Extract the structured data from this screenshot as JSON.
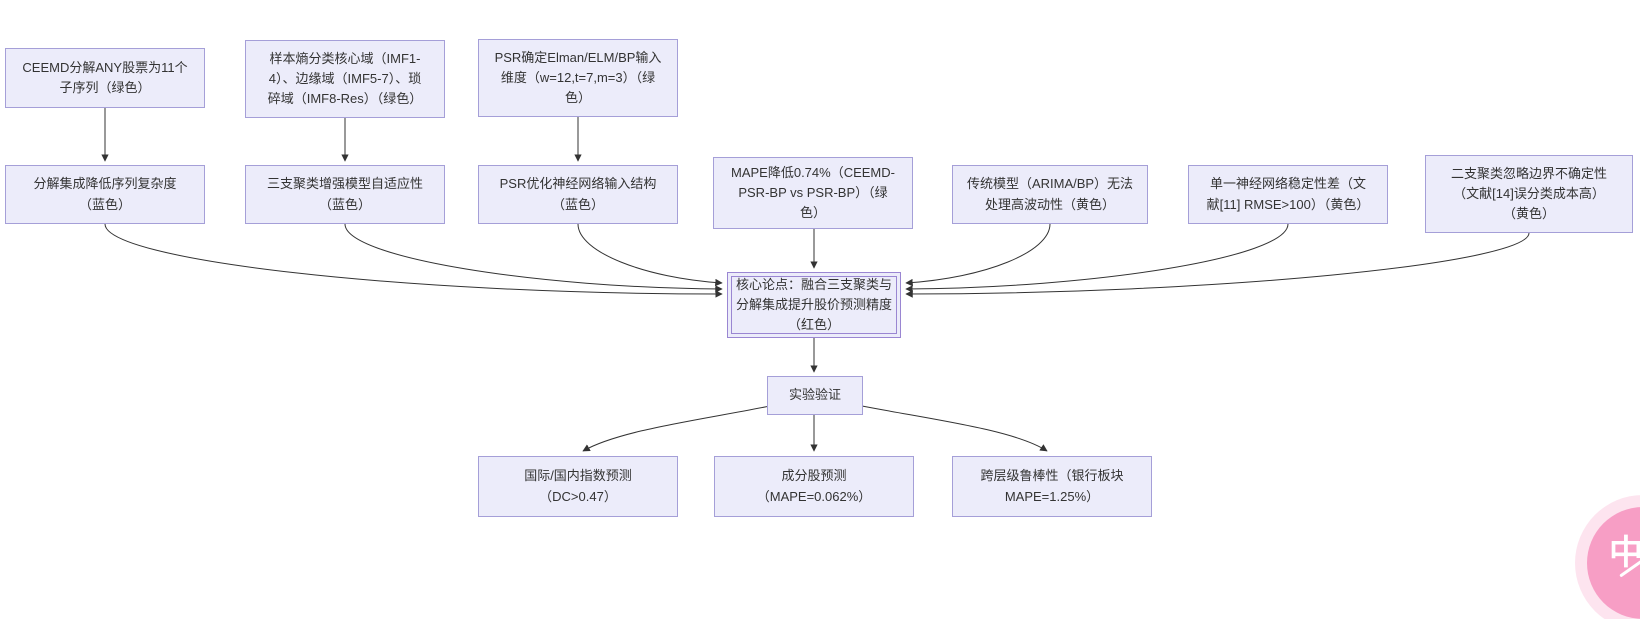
{
  "diagram_type": "flowchart",
  "colors": {
    "node_fill": "#ececfa",
    "node_border": "#a59fd8",
    "core_border": "#9a86d2",
    "edge": "#333333",
    "text": "#333333",
    "fab_pink": "#f79ec5"
  },
  "nodes": {
    "ceemd_src": {
      "label": "CEEMD分解ANY股票为11个\n子序列（绿色）"
    },
    "entropy_src": {
      "label": "样本熵分类核心域（IMF1-\n4）、边缘域（IMF5-7）、琐\n碎域（IMF8-Res）（绿色）"
    },
    "psr_src": {
      "label": "PSR确定Elman/ELM/BP输入\n维度（w=12,t=7,m=3）（绿\n色）"
    },
    "decompose_benefit": {
      "label": "分解集成降低序列复杂度\n（蓝色）"
    },
    "three_way_benefit": {
      "label": "三支聚类增强模型自适应性\n（蓝色）"
    },
    "psr_benefit": {
      "label": "PSR优化神经网络输入结构\n（蓝色）"
    },
    "mape_evidence": {
      "label": "MAPE降低0.74%（CEEMD-\nPSR-BP vs PSR-BP）（绿\n色）"
    },
    "traditional_gap": {
      "label": "传统模型（ARIMA/BP）无法\n处理高波动性（黄色）"
    },
    "single_nn_gap": {
      "label": "单一神经网络稳定性差（文\n献[11] RMSE>100）（黄色）"
    },
    "binary_cluster_gap": {
      "label": "二支聚类忽略边界不确定性\n（文献[14]误分类成本高）\n（黄色）"
    },
    "core_thesis": {
      "label": "核心论点：融合三支聚类与\n分解集成提升股价预测精度\n（红色）"
    },
    "validation": {
      "label": "实验验证"
    },
    "result_index": {
      "label": "国际/国内指数预测\n（DC>0.47）"
    },
    "result_stock": {
      "label": "成分股预测\n（MAPE=0.062%）"
    },
    "result_robust": {
      "label": "跨层级鲁棒性（银行板块\nMAPE=1.25%）"
    }
  },
  "translate_button": {
    "zh": "中",
    "en": "A"
  }
}
